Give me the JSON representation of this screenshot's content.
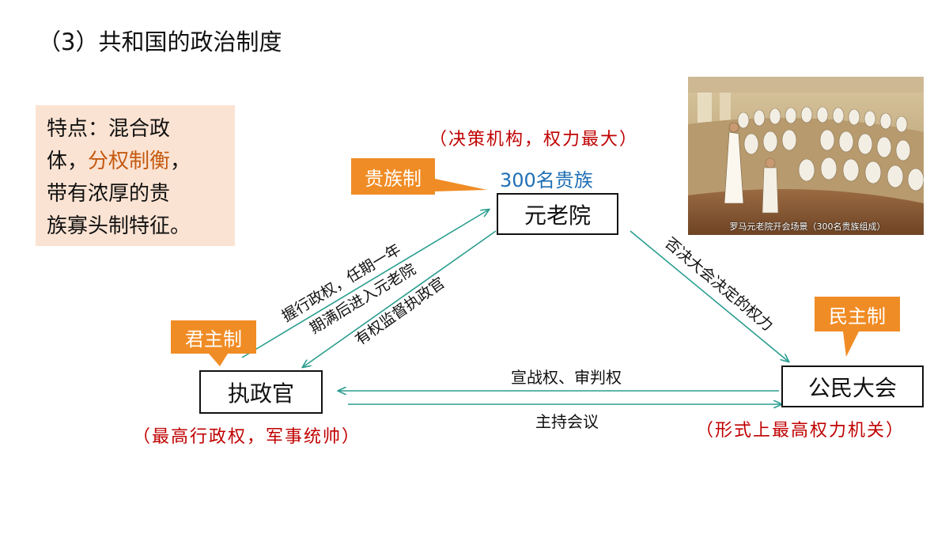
{
  "slide": {
    "title": "（3）共和国的政治制度",
    "feature": {
      "line1": "特点：混合政",
      "line2_pre": "体，",
      "line2_highlight": "分权制衡",
      "line2_post": "，",
      "line3": "带有浓厚的贵",
      "line4": "族寡头制特征。",
      "highlight_color": "#c55a11"
    }
  },
  "diagram": {
    "senate": {
      "label": "元老院",
      "role": "（决策机构，权力最大）",
      "size": "300名贵族",
      "tag": "贵族制"
    },
    "consul": {
      "label": "执政官",
      "role": "（最高行政权，军事统帅）",
      "tag": "君主制"
    },
    "assembly": {
      "label": "公民大会",
      "role": "（形式上最高权力机关）",
      "tag": "民主制"
    },
    "edges": {
      "consul_to_senate_1": "握行政权，任期一年",
      "consul_to_senate_2": "期满后进入元老院",
      "senate_to_consul": "有权监督执政官",
      "senate_to_assembly": "否决大会决定的权力",
      "assembly_to_consul": "宣战权、审判权",
      "consul_to_assembly": "主持会议"
    },
    "photo": {
      "caption": "罗马元老院开会场景（300名贵族组成）"
    },
    "colors": {
      "arrow": "#2a9d8f",
      "role_text": "#c00000",
      "size_text": "#1f6fb5",
      "tag_fill": "#f08c25"
    }
  }
}
